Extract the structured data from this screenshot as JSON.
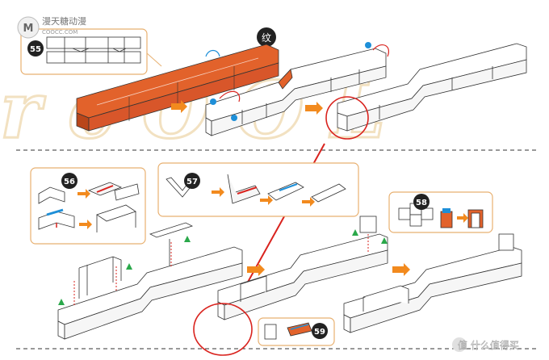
{
  "watermark_top": {
    "text": "漫天糖动漫",
    "subtext": "COOCC.COM"
  },
  "watermark_bottom": {
    "text": "值 什么值得买"
  },
  "steps": [
    {
      "id": "55",
      "label": "55"
    },
    {
      "id": "56",
      "label": "56"
    },
    {
      "id": "57",
      "label": "57"
    },
    {
      "id": "58",
      "label": "58"
    },
    {
      "id": "59",
      "label": "59"
    }
  ],
  "texture_badge": {
    "label": "纹"
  },
  "colors": {
    "orange": "#e2622b",
    "orange_dark": "#b9461a",
    "callout_border": "#e8b070",
    "red": "#d9231e",
    "line": "#333333",
    "blue": "#1e8fd8",
    "green": "#2aa84a",
    "arrow": "#f28a1e",
    "watermark": "#e9c98f"
  }
}
